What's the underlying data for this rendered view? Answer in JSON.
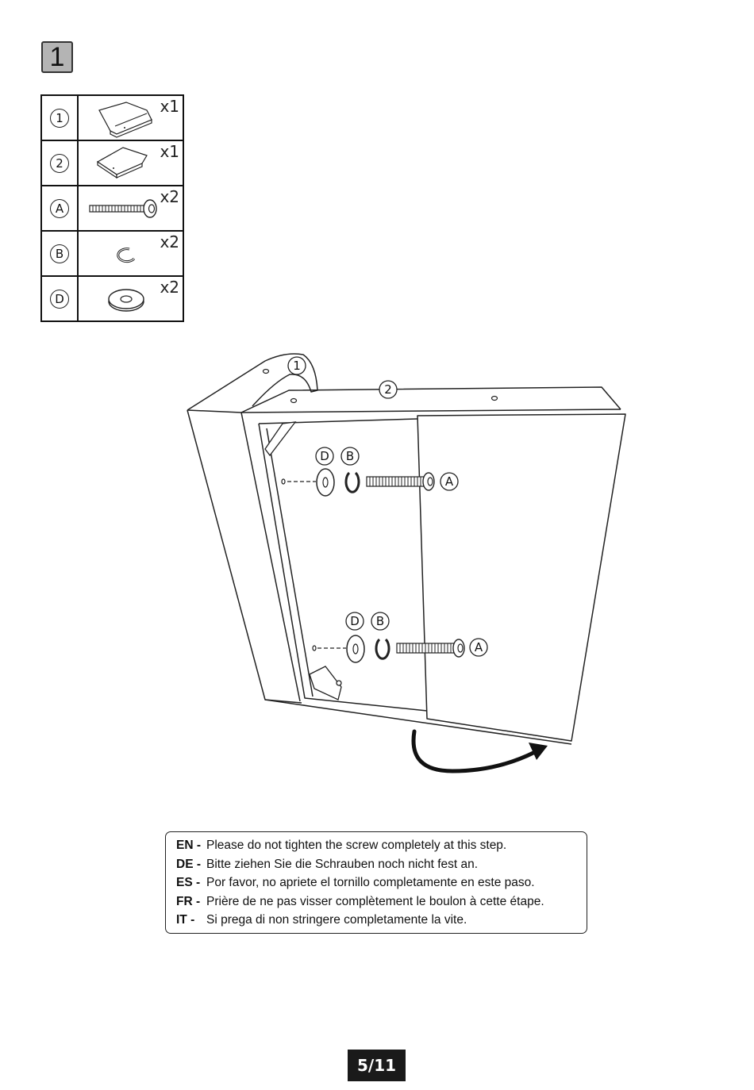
{
  "step": {
    "number": "1"
  },
  "parts": [
    {
      "id": "1",
      "qty": "x1",
      "icon": "upper-panel-icon"
    },
    {
      "id": "2",
      "qty": "x1",
      "icon": "lower-panel-icon"
    },
    {
      "id": "A",
      "qty": "x2",
      "icon": "bolt-icon"
    },
    {
      "id": "B",
      "qty": "x2",
      "icon": "spring-washer-icon"
    },
    {
      "id": "D",
      "qty": "x2",
      "icon": "flat-washer-icon"
    }
  ],
  "diagram": {
    "labels": {
      "panel1": "1",
      "panel2": "2",
      "top_d": "D",
      "top_b": "B",
      "top_a": "A",
      "bottom_d": "D",
      "bottom_b": "B",
      "bottom_a": "A"
    }
  },
  "notes": [
    {
      "code": "EN -",
      "text": "Please do not tighten the screw completely at this step."
    },
    {
      "code": "DE -",
      "text": "Bitte ziehen Sie die Schrauben noch nicht fest an."
    },
    {
      "code": "ES -",
      "text": "Por favor, no apriete el tornillo completamente en este paso."
    },
    {
      "code": "FR -",
      "text": "Prière de ne pas visser  complètement le boulon à cette étape."
    },
    {
      "code": "IT  -",
      "text": "Si prega di non stringere completamente la vite."
    }
  ],
  "page": {
    "label": "5/11"
  }
}
